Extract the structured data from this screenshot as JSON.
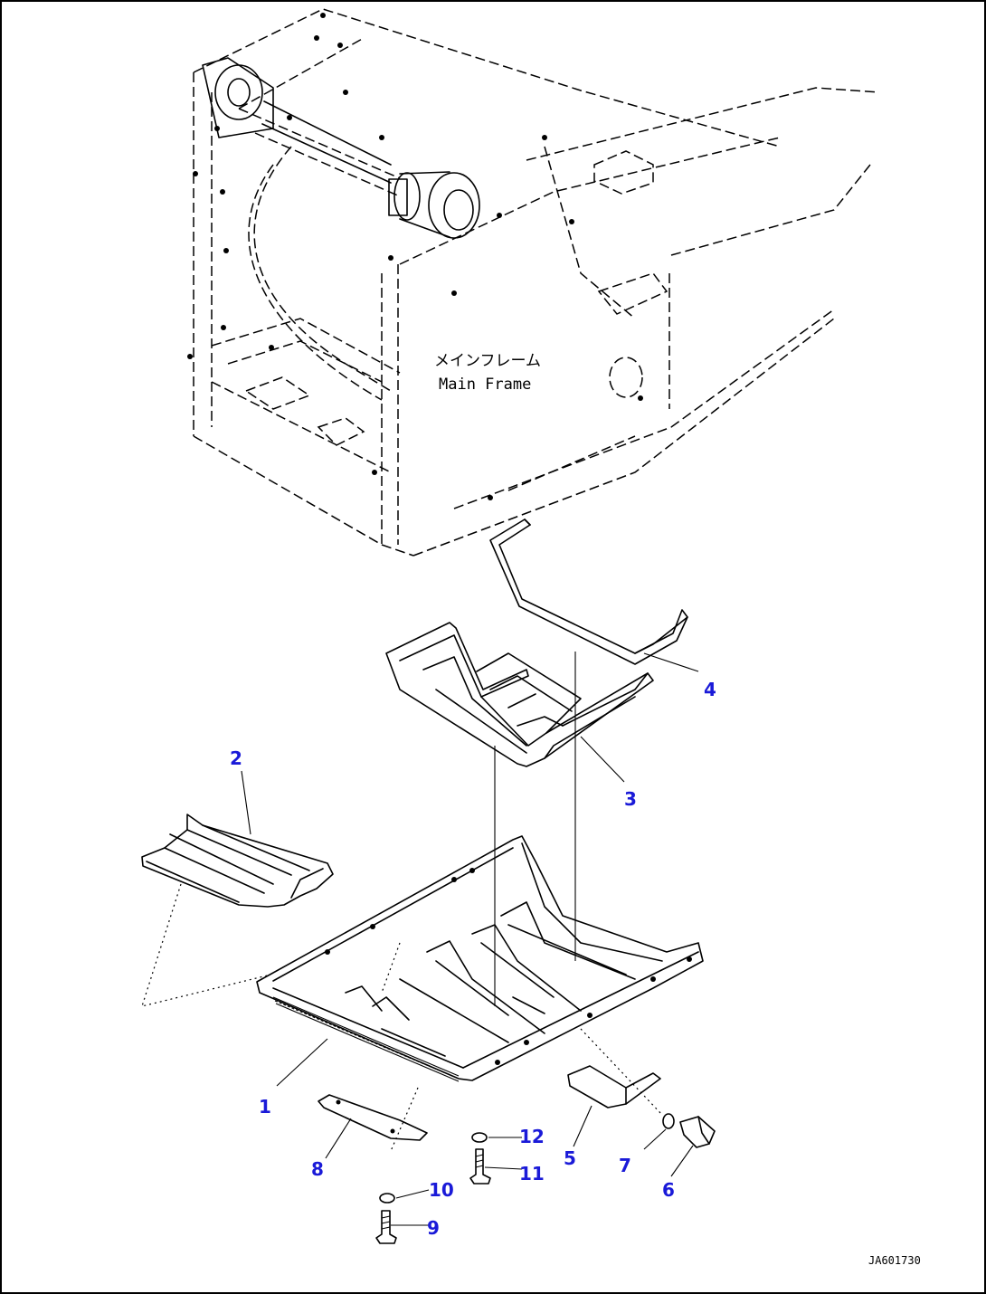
{
  "frame_label": {
    "japanese": "メインフレーム",
    "english": "Main Frame"
  },
  "callouts": [
    "1",
    "2",
    "3",
    "4",
    "5",
    "6",
    "7",
    "8",
    "9",
    "10",
    "11",
    "12"
  ],
  "drawing_code": "JA601730",
  "colors": {
    "line": "#000000",
    "callout": "#1a1ad8",
    "background": "#ffffff"
  }
}
